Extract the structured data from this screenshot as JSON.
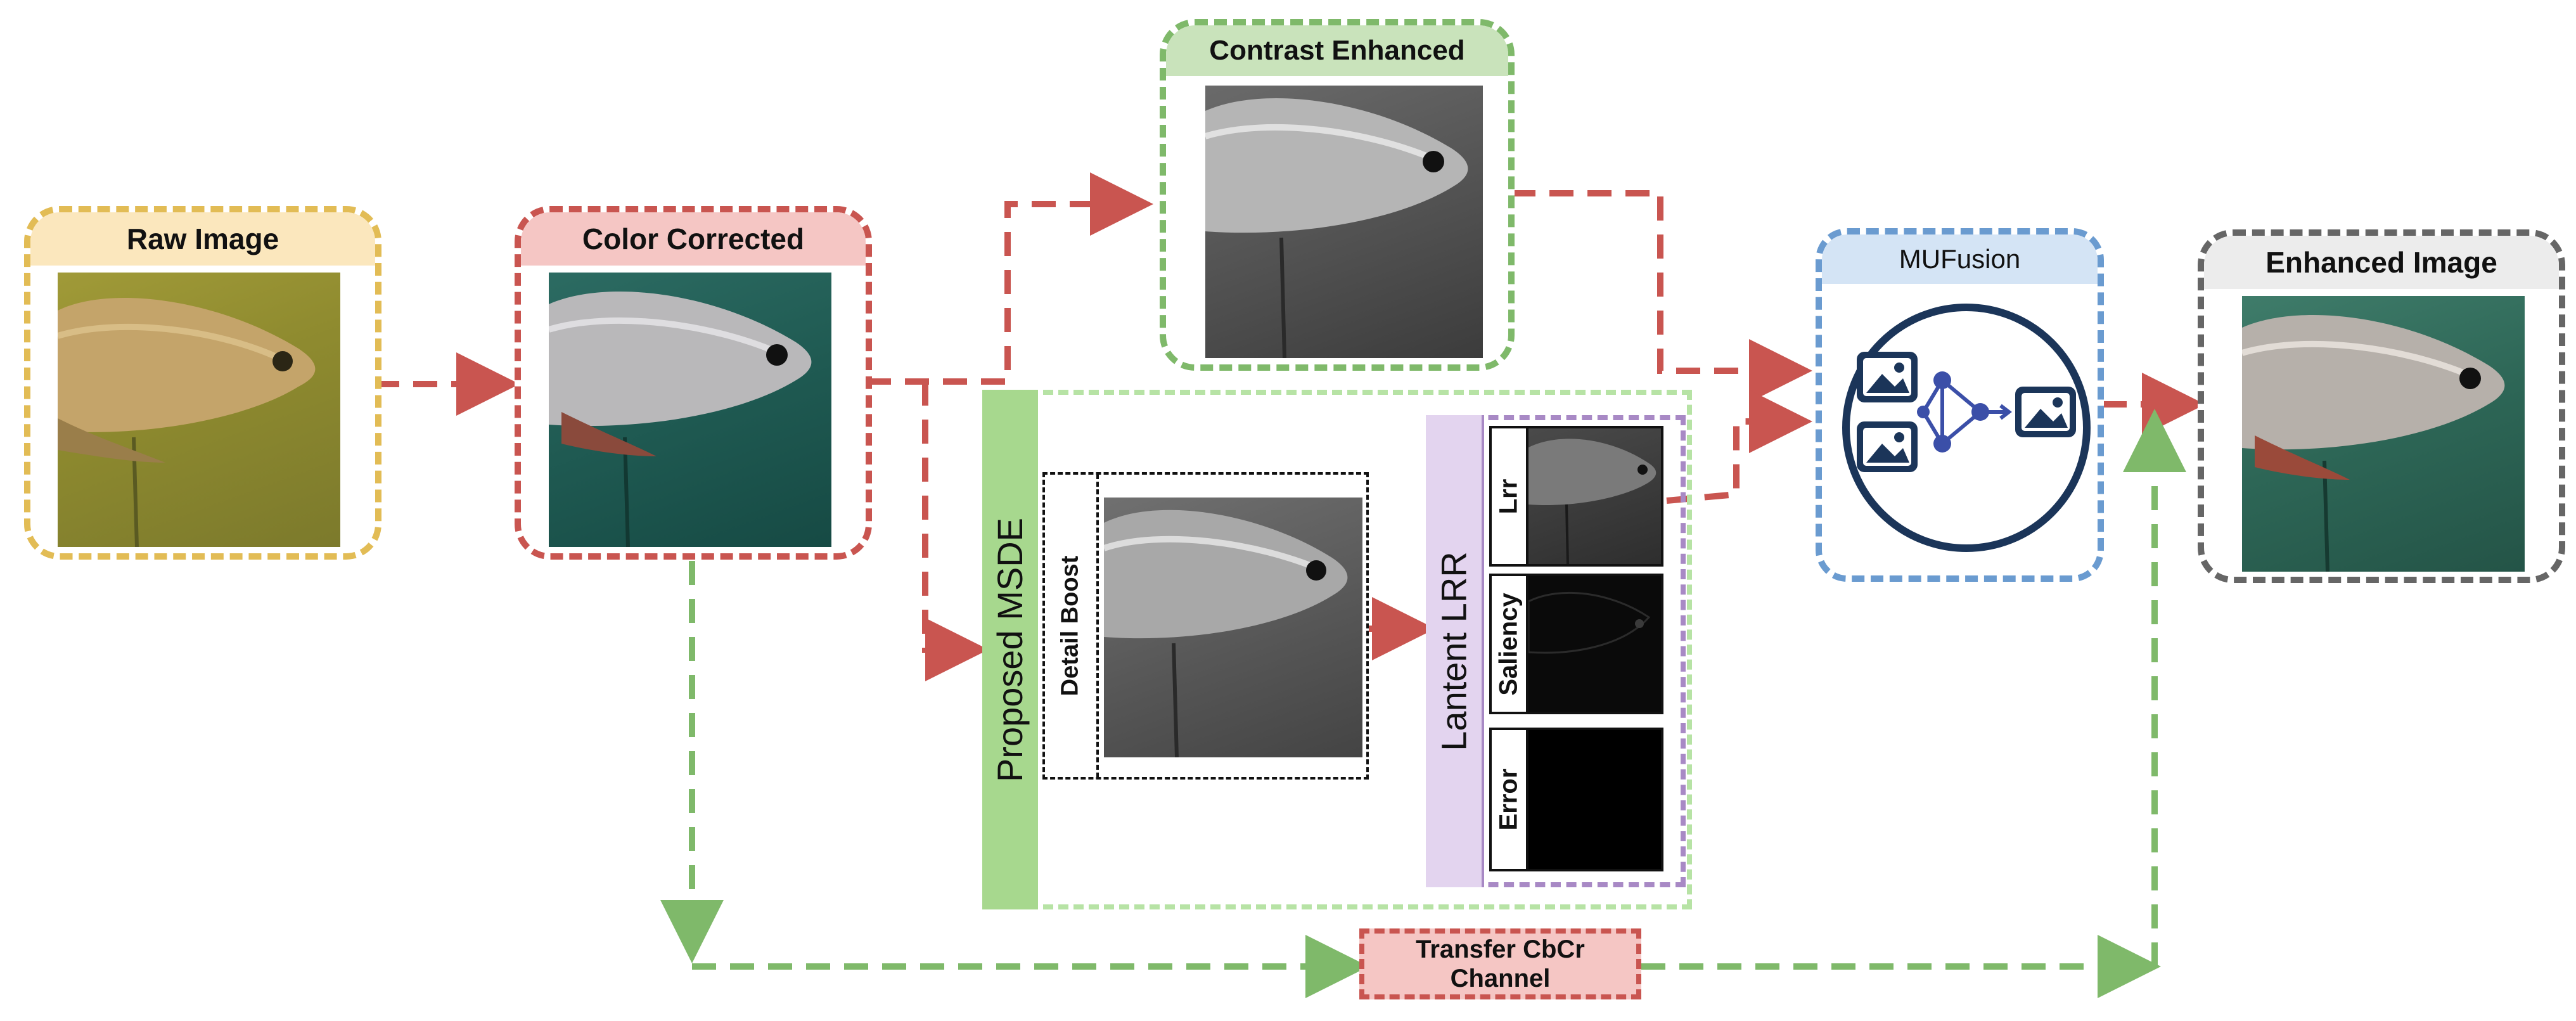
{
  "nodes": {
    "raw": {
      "label": "Raw Image"
    },
    "color": {
      "label": "Color Corrected"
    },
    "contrast": {
      "label": "Contrast Enhanced"
    },
    "mufusion": {
      "label": "MUFusion"
    },
    "enhanced": {
      "label": "Enhanced Image"
    }
  },
  "msde": {
    "label": "Proposed MSDE",
    "detail_label": "Detail Boost"
  },
  "latent": {
    "label": "Lantent LRR",
    "rows": [
      "Lrr",
      "Saliency",
      "Error"
    ]
  },
  "transfer": {
    "line1": "Transfer CbCr",
    "line2": "Channel"
  },
  "colors": {
    "yellow": "#e2bc55",
    "yellow_fill": "#fbe7bd",
    "red": "#c95550",
    "red_fill": "#f5c6c4",
    "green": "#7fb96a",
    "green_fill": "#c9e3bb",
    "light_green": "#b7e3a5",
    "blue": "#6a9bd0",
    "blue_fill": "#d4e4f5",
    "gray": "#666666",
    "gray_fill": "#ececec",
    "purple": "#a889c5",
    "purple_fill": "#e3d4ef",
    "navy": "#1b3559"
  },
  "icons": [
    "image-icon",
    "neural-network-icon",
    "fish-photo"
  ]
}
